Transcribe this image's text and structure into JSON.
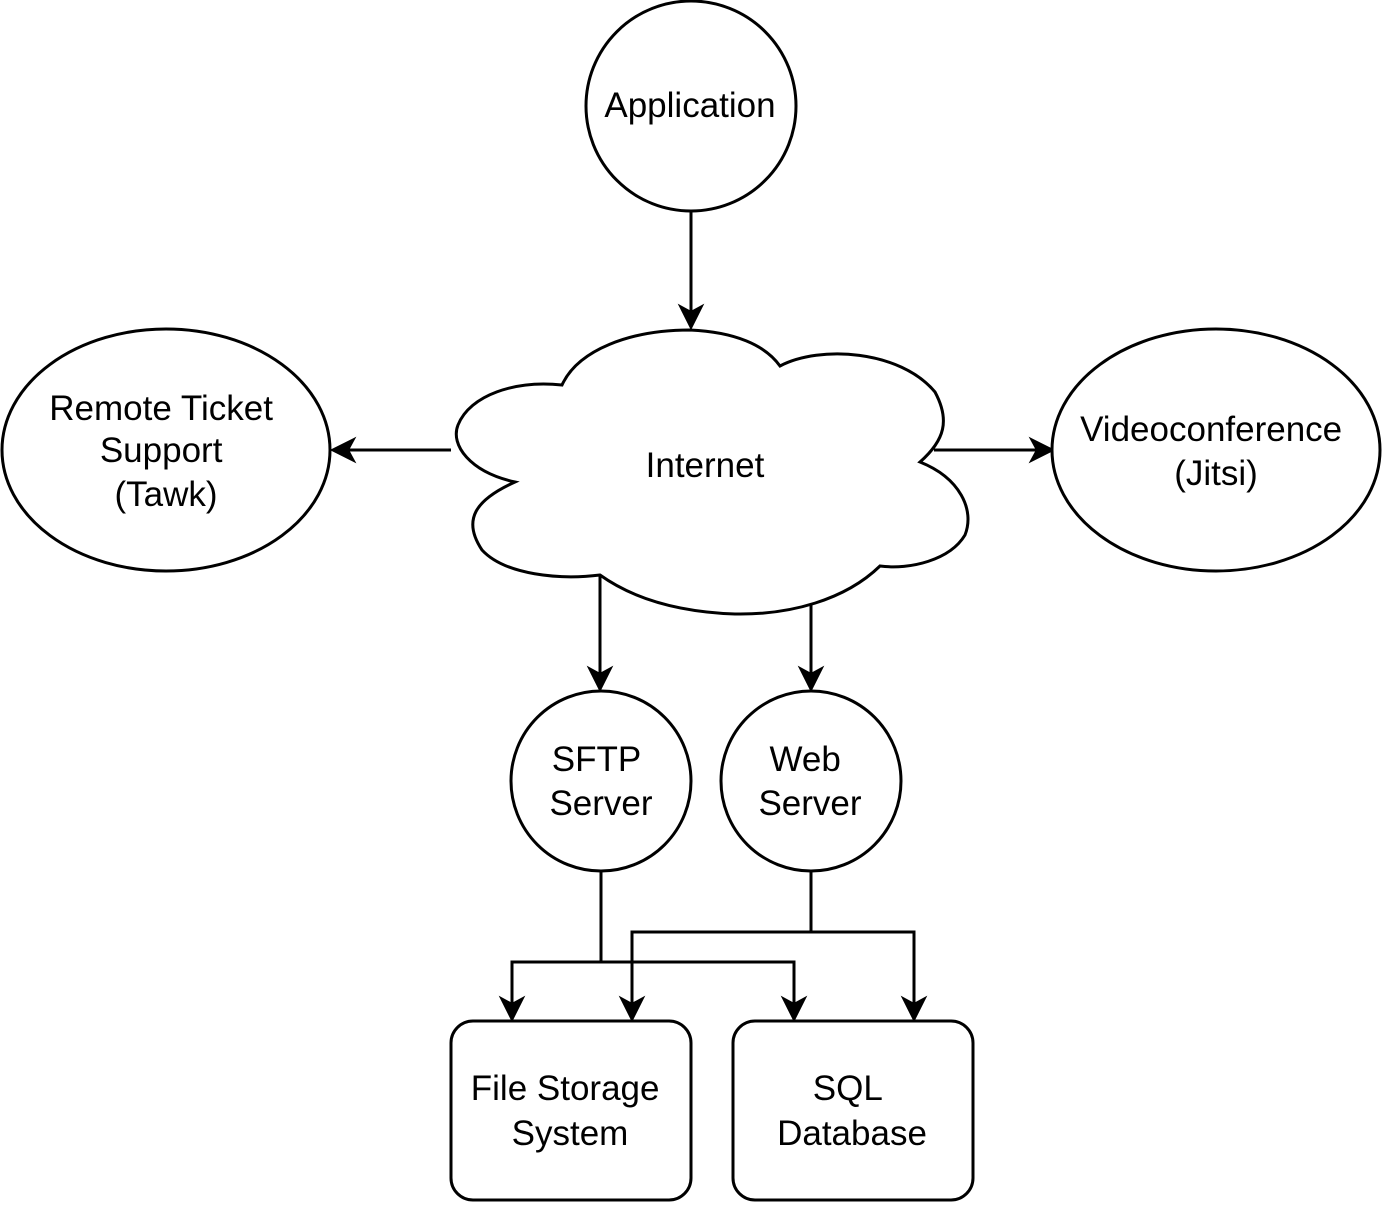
{
  "diagram": {
    "nodes": {
      "application": {
        "lines": [
          "Application"
        ]
      },
      "internet": {
        "lines": [
          "Internet"
        ]
      },
      "remote_ticket": {
        "lines": [
          "Remote Ticket",
          "Support",
          "(Tawk)"
        ]
      },
      "videoconference": {
        "lines": [
          "Videoconference",
          "(Jitsi)"
        ]
      },
      "sftp": {
        "lines": [
          "SFTP",
          "Server"
        ]
      },
      "web": {
        "lines": [
          "Web",
          "Server"
        ]
      },
      "file_storage": {
        "lines": [
          "File Storage",
          "System"
        ]
      },
      "sql": {
        "lines": [
          "SQL",
          "Database"
        ]
      }
    },
    "edges": [
      {
        "from": "Application",
        "to": "Internet"
      },
      {
        "from": "Internet",
        "to": "Remote Ticket Support (Tawk)"
      },
      {
        "from": "Internet",
        "to": "Videoconference (Jitsi)"
      },
      {
        "from": "Internet",
        "to": "SFTP Server"
      },
      {
        "from": "Internet",
        "to": "Web Server"
      },
      {
        "from": "SFTP Server",
        "to": "File Storage System"
      },
      {
        "from": "SFTP Server",
        "to": "SQL Database"
      },
      {
        "from": "Web Server",
        "to": "File Storage System"
      },
      {
        "from": "Web Server",
        "to": "SQL Database"
      }
    ],
    "colors": {
      "stroke": "#000000",
      "fill": "#ffffff",
      "text": "#000000"
    }
  }
}
